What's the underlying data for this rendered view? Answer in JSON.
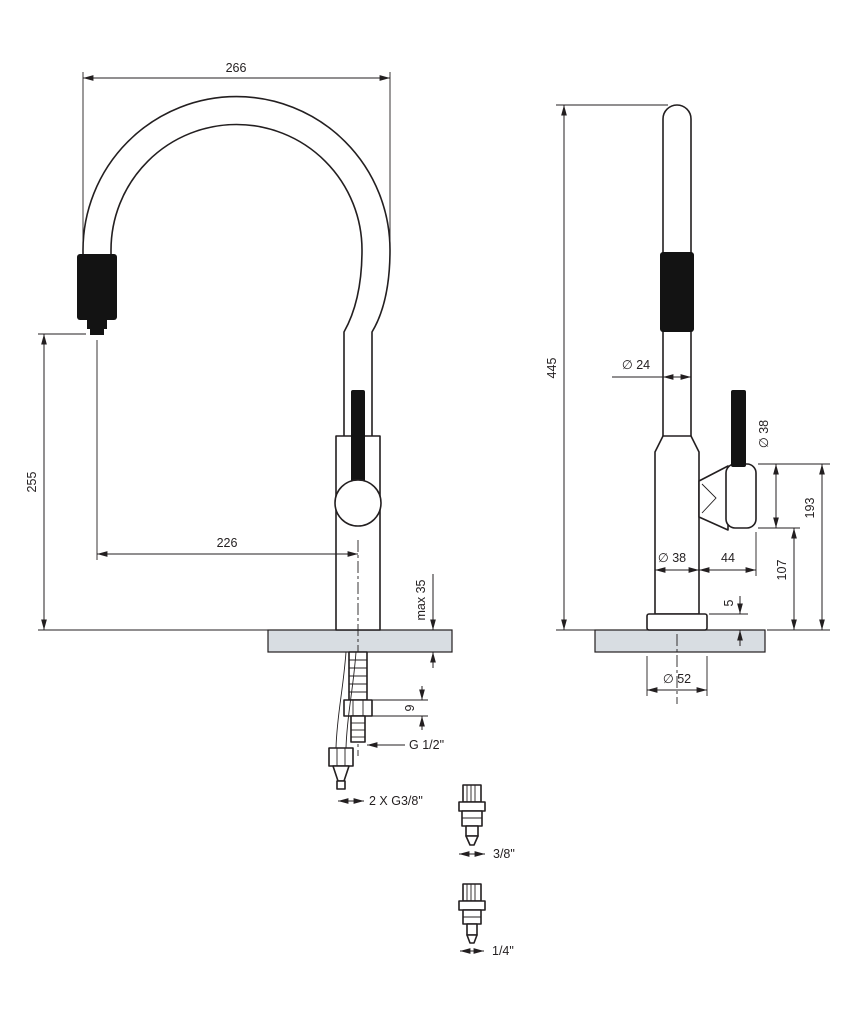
{
  "front_view": {
    "dims": {
      "arc_width": "266",
      "spout_height": "255",
      "reach": "226",
      "max_counter": "max 35",
      "shank_detail": "9",
      "inlet_thread": "G 1/2\"",
      "hose_threads": "2 X G3/8\""
    }
  },
  "side_view": {
    "dims": {
      "total_height": "445",
      "tube_diameter": "∅ 24",
      "handle_diameter": "∅ 38",
      "handle_top_height": "193",
      "handle_axis_height": "107",
      "body_diameter": "∅ 38",
      "handle_length": "44",
      "base_height": "5",
      "base_diameter": "∅ 52"
    }
  },
  "adapters": {
    "adapter_38_label": "3/8\"",
    "adapter_14_label": "1/4\""
  },
  "colors": {
    "line": "#231f20",
    "black_part": "#131313",
    "countertop": "#d8dde2",
    "background": "#ffffff"
  }
}
